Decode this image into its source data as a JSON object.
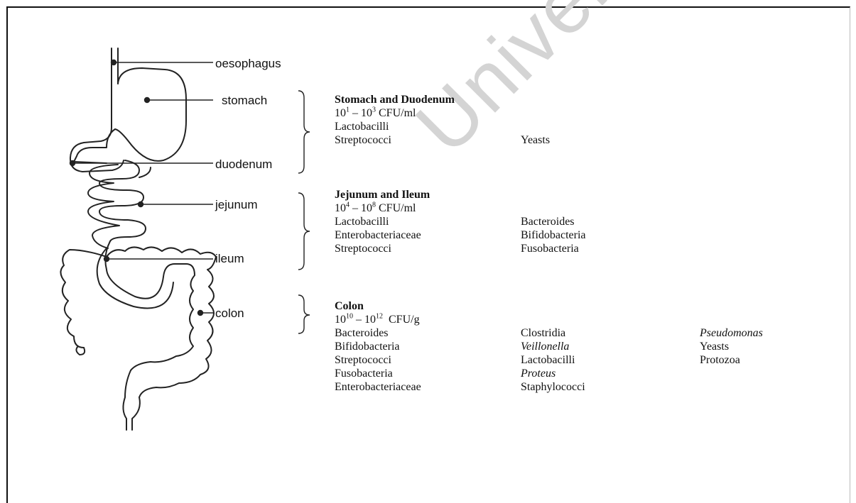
{
  "watermark": "University of Cape Town",
  "organs": {
    "oesophagus": "oesophagus",
    "stomach": "stomach",
    "duodenum": "duodenum",
    "jejunum": "jejunum",
    "ileum": "ileum",
    "colon": "colon"
  },
  "sections": {
    "stomach_duodenum": {
      "title": "Stomach and Duodenum",
      "count_base1": "10",
      "count_exp1": "1",
      "count_sep": " – ",
      "count_base2": "10",
      "count_exp2": "3",
      "count_unit": " CFU/ml",
      "col1": [
        "Lactobacilli",
        "Streptococci"
      ],
      "col2": [
        "Yeasts"
      ]
    },
    "jejunum_ileum": {
      "title": "Jejunum and Ileum",
      "count_base1": "10",
      "count_exp1": "4",
      "count_sep": " – ",
      "count_base2": "10",
      "count_exp2": "8",
      "count_unit": " CFU/ml",
      "col1": [
        "Lactobacilli",
        "Enterobacteriaceae",
        "Streptococci"
      ],
      "col2": [
        "Bacteroides",
        "Bifidobacteria",
        "Fusobacteria"
      ]
    },
    "colon": {
      "title": "Colon",
      "count_base1": "10",
      "count_exp1": "10",
      "count_sep": " – ",
      "count_base2": "10",
      "count_exp2": "12",
      "count_unit": "  CFU/g",
      "col1": [
        "Bacteroides",
        "Bifidobacteria",
        "Streptococci",
        "Fusobacteria",
        "Enterobacteriaceae"
      ],
      "col2": [
        "Clostridia",
        "Veillonella",
        "Lactobacilli",
        "Proteus",
        "Staphylococci"
      ],
      "col3": [
        "Pseudomonas",
        "Yeasts",
        "Protozoa"
      ]
    }
  }
}
